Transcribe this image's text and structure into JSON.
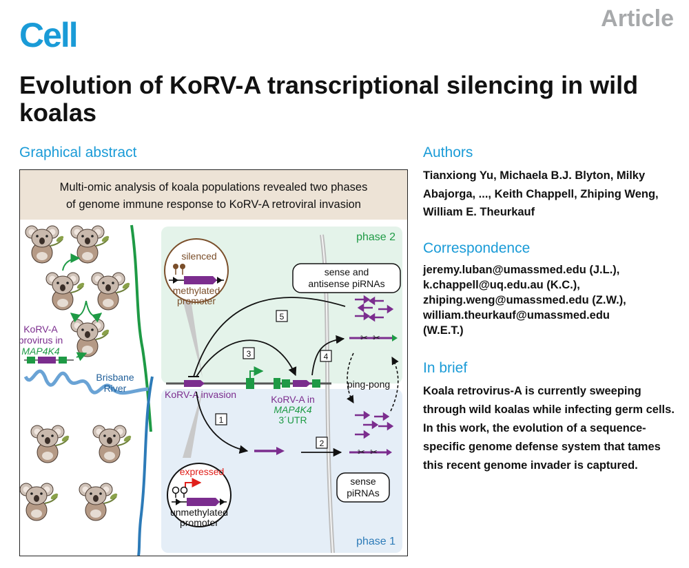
{
  "header": {
    "brand": "Cell",
    "article_type": "Article"
  },
  "title": "Evolution of KoRV-A transcriptional silencing in wild koalas",
  "graphical_abstract": {
    "heading": "Graphical abstract",
    "caption_line1": "Multi-omic analysis of koala populations revealed two phases",
    "caption_line2": "of genome immune response to KoRV-A retroviral invasion",
    "phase1_label": "phase 1",
    "phase2_label": "phase 2",
    "silenced_label": "silenced",
    "methylated_line1": "methylated",
    "methylated_line2": "promoter",
    "expressed_label": "expressed",
    "unmethylated_line1": "unmethylated",
    "unmethylated_line2": "promoter",
    "sense_antisense_line1": "sense and",
    "sense_antisense_line2": "antisense piRNAs",
    "sense_pirnas_line1": "sense",
    "sense_pirnas_line2": "piRNAs",
    "ping_pong": "ping-pong",
    "korv_invasion": "KoRV-A invasion",
    "korv_in_line1": "KoRV-A in",
    "korv_in_line2": "MAP4K4",
    "korv_in_line3": "3´UTR",
    "provirus_line1": "KoRV-A",
    "provirus_line2": "provirus in",
    "provirus_line3": "MAP4K4",
    "river_line1": "Brisbane",
    "river_line2": "River",
    "steps": [
      "1",
      "2",
      "3",
      "4",
      "5"
    ]
  },
  "authors": {
    "heading": "Authors",
    "text": "Tianxiong Yu, Michaela B.J. Blyton, Milky Abajorga, ..., Keith Chappell, Zhiping Weng, William E. Theurkauf"
  },
  "correspondence": {
    "heading": "Correspondence",
    "lines": [
      "jeremy.luban@umassmed.edu (J.L.),",
      "k.chappell@uq.edu.au (K.C.),",
      "zhiping.weng@umassmed.edu (Z.W.),",
      "william.theurkauf@umassmed.edu",
      "(W.E.T.)"
    ]
  },
  "in_brief": {
    "heading": "In brief",
    "text": "Koala retrovirus-A is currently sweeping through wild koalas while infecting germ cells. In this work, the evolution of a sequence-specific genome defense system that tames this recent genome invader is captured."
  },
  "colors": {
    "brand_blue": "#1a9bd7",
    "article_gray": "#a7a9ab",
    "korv_purple": "#7b2d8e",
    "map4k4_green": "#1e9a45",
    "phase2_bg": "#e4f3ea",
    "phase1_bg": "#e5eef7",
    "caption_bg": "#ede3d6",
    "expressed_red": "#e0201b",
    "silenced_brown": "#7a4e2a"
  }
}
